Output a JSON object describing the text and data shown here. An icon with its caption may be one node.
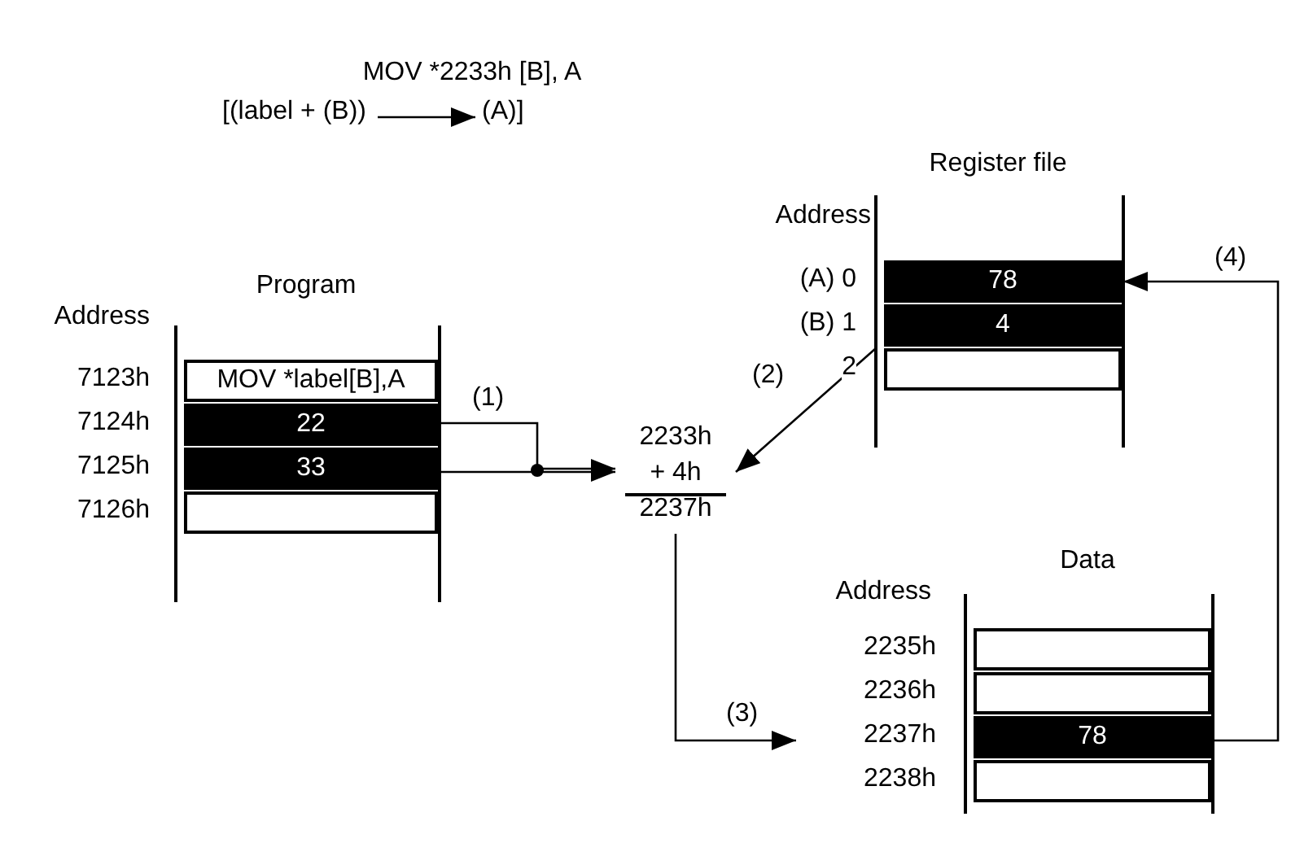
{
  "diagram": {
    "title": "MOV *2233h [B], A",
    "nodes": [
      {
        "text": [
          "Program"
        ]
      },
      {
        "text": [
          "MOV *label[B],A"
        ],
        "in": 0,
        "beside": [
          "7123h"
        ]
      },
      {
        "text": [
          "22"
        ],
        "in": 0,
        "beside": [
          "7124h"
        ]
      },
      {
        "text": [
          "33"
        ],
        "in": 0,
        "beside": [
          "7125h"
        ]
      },
      {
        "text": [],
        "shape": "box",
        "in": 0,
        "beside": [
          "7126h"
        ]
      },
      {
        "text": [
          "2233h",
          "+ 4h",
          "2237h"
        ]
      },
      {
        "text": [
          "Register file"
        ]
      },
      {
        "text": [
          "78"
        ],
        "in": 6,
        "beside": [
          "(A) 0"
        ]
      },
      {
        "text": [
          "4"
        ],
        "in": 6,
        "beside": [
          "(B) 1"
        ]
      },
      {
        "text": [],
        "shape": "box",
        "in": 6,
        "beside": [
          "2"
        ]
      },
      {
        "text": [
          "Data"
        ]
      },
      {
        "text": [],
        "shape": "box",
        "in": 10,
        "beside": [
          "2235h"
        ]
      },
      {
        "text": [],
        "shape": "box",
        "in": 10,
        "beside": [
          "2236h"
        ]
      },
      {
        "text": [
          "78"
        ],
        "in": 10,
        "beside": [
          "2237h"
        ]
      },
      {
        "text": [],
        "shape": "box",
        "in": 10,
        "beside": [
          "2238h"
        ]
      }
    ],
    "edges": [
      {
        "from": 2,
        "to": 5,
        "arrow": "to",
        "label": "(1)"
      },
      {
        "from": 3,
        "to": 5,
        "arrow": "to"
      },
      {
        "from": 8,
        "to": 5,
        "arrow": "to",
        "label": "(2)"
      },
      {
        "from": 5,
        "to": 13,
        "arrow": "to",
        "label": "(3)"
      },
      {
        "from": 13,
        "to": 7,
        "arrow": "to",
        "label": "(4)"
      }
    ],
    "labels": [
      "[(label + (B))",
      "(A)]",
      "Address",
      "Address",
      "Address"
    ]
  }
}
